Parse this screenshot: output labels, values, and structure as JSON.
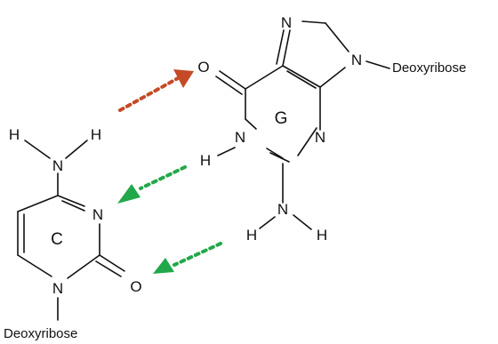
{
  "colors": {
    "repulsion": "#c44a26",
    "hbond": "#22a84a",
    "ink": "#111111"
  },
  "guanine": {
    "ring_label": "G",
    "n7": "N",
    "n9": "N",
    "o6": "O",
    "n1": "N",
    "h1": "H",
    "n3": "N",
    "n2": "N",
    "h2a": "H",
    "h2b": "H",
    "sugar": "Deoxyribose"
  },
  "cytosine": {
    "ring_label": "C",
    "n4": "N",
    "h4a": "H",
    "h4b": "H",
    "n3": "N",
    "o2": "O",
    "n1": "N",
    "sugar": "Deoxyribose"
  }
}
